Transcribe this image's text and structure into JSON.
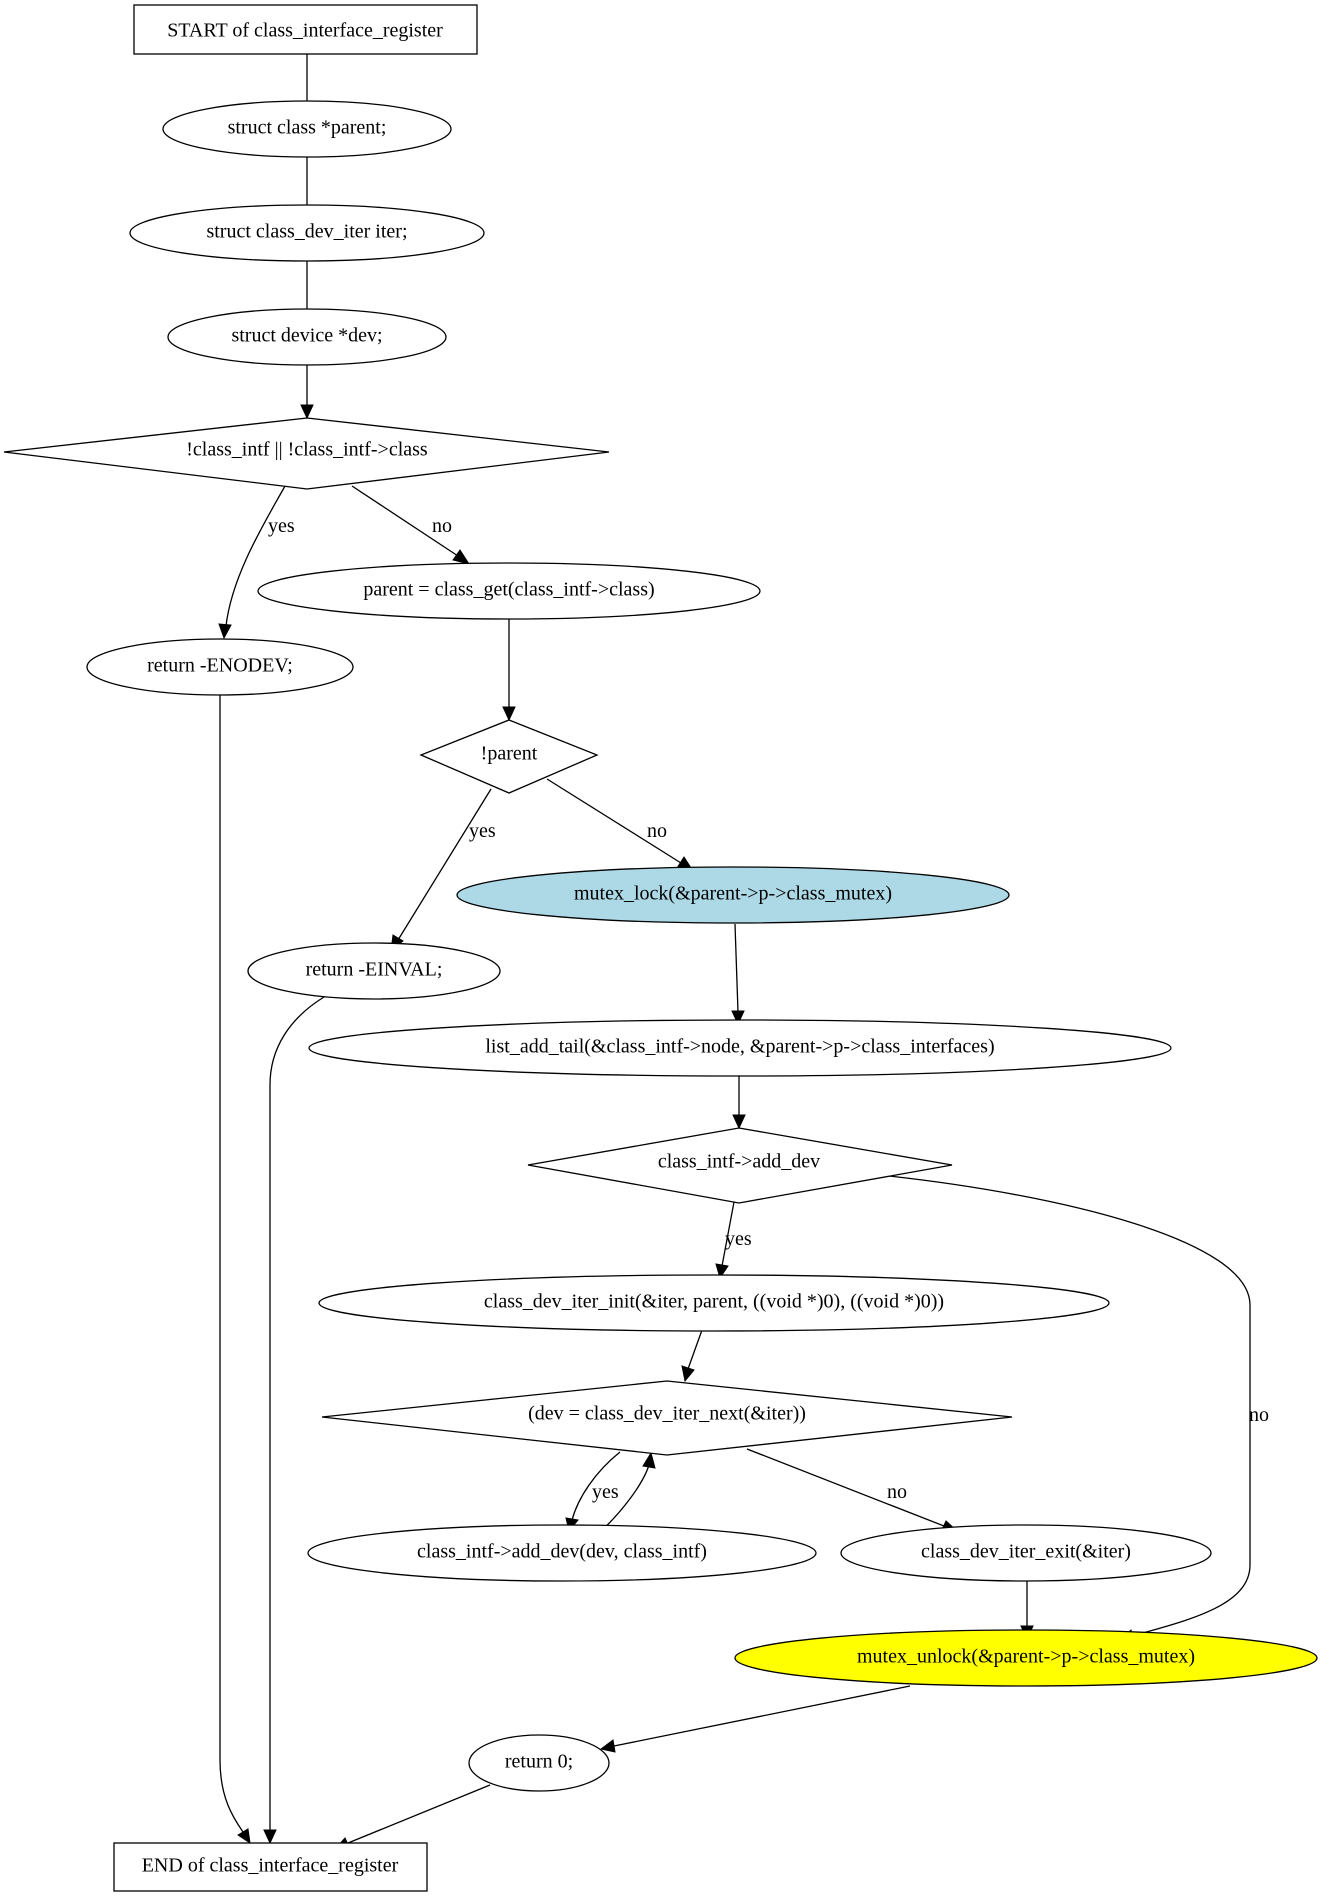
{
  "diagram": {
    "nodes": {
      "start": {
        "label": "START of class_interface_register",
        "shape": "box",
        "fill": "#ffffff"
      },
      "n_parent": {
        "label": "struct class *parent;",
        "shape": "ellipse",
        "fill": "#ffffff"
      },
      "n_iter": {
        "label": "struct class_dev_iter iter;",
        "shape": "ellipse",
        "fill": "#ffffff"
      },
      "n_dev": {
        "label": "struct device *dev;",
        "shape": "ellipse",
        "fill": "#ffffff"
      },
      "d_intf": {
        "label": "!class_intf || !class_intf->class",
        "shape": "diamond",
        "fill": "#ffffff"
      },
      "n_get": {
        "label": "parent = class_get(class_intf->class)",
        "shape": "ellipse",
        "fill": "#ffffff"
      },
      "r_enodev": {
        "label": "return -ENODEV;",
        "shape": "ellipse",
        "fill": "#ffffff"
      },
      "d_parent": {
        "label": "!parent",
        "shape": "diamond",
        "fill": "#ffffff"
      },
      "n_lock": {
        "label": "mutex_lock(&parent->p->class_mutex)",
        "shape": "ellipse",
        "fill": "#add8e6"
      },
      "r_einval": {
        "label": "return -EINVAL;",
        "shape": "ellipse",
        "fill": "#ffffff"
      },
      "n_list": {
        "label": "list_add_tail(&class_intf->node, &parent->p->class_interfaces)",
        "shape": "ellipse",
        "fill": "#ffffff"
      },
      "d_adddev": {
        "label": "class_intf->add_dev",
        "shape": "diamond",
        "fill": "#ffffff"
      },
      "n_iterinit": {
        "label": "class_dev_iter_init(&iter, parent, ((void *)0), ((void *)0))",
        "shape": "ellipse",
        "fill": "#ffffff"
      },
      "d_next": {
        "label": "(dev = class_dev_iter_next(&iter))",
        "shape": "diamond",
        "fill": "#ffffff"
      },
      "n_adddev": {
        "label": "class_intf->add_dev(dev, class_intf)",
        "shape": "ellipse",
        "fill": "#ffffff"
      },
      "n_exit": {
        "label": "class_dev_iter_exit(&iter)",
        "shape": "ellipse",
        "fill": "#ffffff"
      },
      "n_unlock": {
        "label": "mutex_unlock(&parent->p->class_mutex)",
        "shape": "ellipse",
        "fill": "#ffff00"
      },
      "r_zero": {
        "label": "return 0;",
        "shape": "ellipse",
        "fill": "#ffffff"
      },
      "end": {
        "label": "END of class_interface_register",
        "shape": "box",
        "fill": "#ffffff"
      }
    },
    "edge_labels": {
      "intf_yes": "yes",
      "intf_no": "no",
      "parent_yes": "yes",
      "parent_no": "no",
      "adddev_yes": "yes",
      "adddev_no": "no",
      "next_yes": "yes",
      "next_no": "no"
    }
  }
}
